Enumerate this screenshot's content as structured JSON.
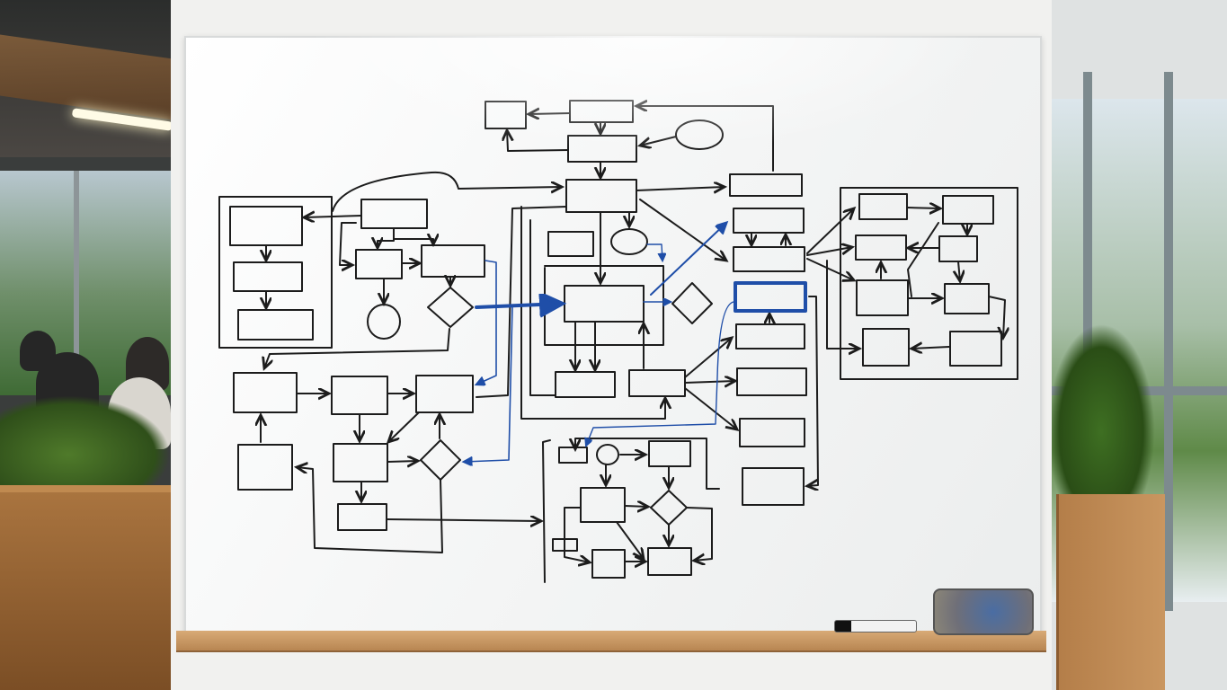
{
  "scene": {
    "colors": {
      "ink": "#1c1c1c",
      "blue_ink": "#1f4ea8",
      "board": "#f7f8f8",
      "shelf": "#c79663",
      "wood": "#a06c3a"
    },
    "objects": [
      "whiteboard",
      "flowchart-drawing",
      "dry-erase-marker",
      "whiteboard-eraser",
      "office-plants",
      "people-at-desks",
      "windows"
    ]
  }
}
